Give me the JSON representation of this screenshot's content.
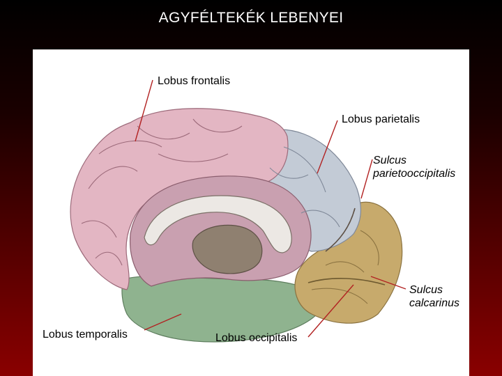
{
  "slide": {
    "title": "AGYFÉLTEKÉK LEBENYEI"
  },
  "labels": {
    "lobus_frontalis": "Lobus frontalis",
    "lobus_parietalis": "Lobus parietalis",
    "sulcus_parietooccipitalis": "Sulcus\nparietooccipitalis",
    "sulcus_calcarinus": "Sulcus\ncalcarinus",
    "lobus_temporalis": "Lobus temporalis",
    "lobus_occipitalis": "Lobus occipitalis"
  },
  "colors": {
    "frontal": "#e3b6c3",
    "limbic": "#c9a0b0",
    "parietal": "#c3cbd6",
    "occipital": "#c7aa6c",
    "temporal": "#8fb38f",
    "corpus_callosum": "#ece8e4",
    "thalamus": "#8f8070",
    "leader_line": "#b22222"
  }
}
